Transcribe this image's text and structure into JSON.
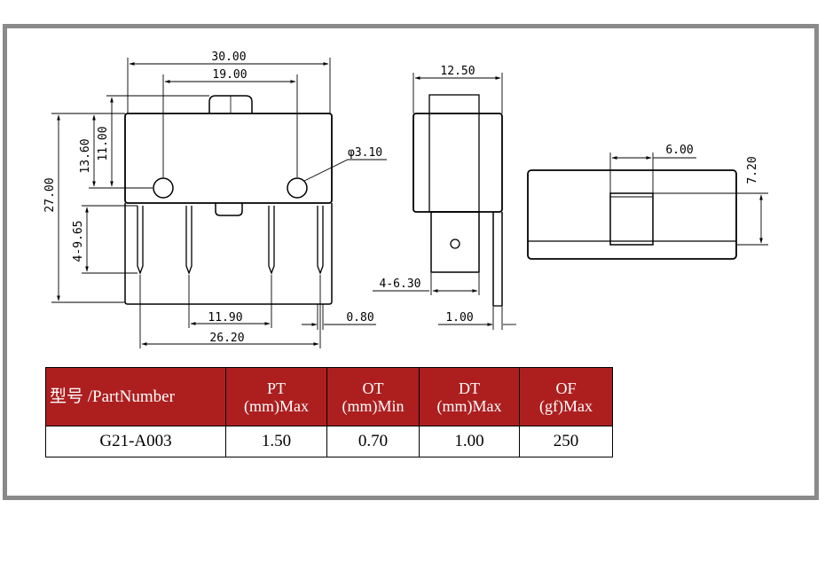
{
  "dimensions": {
    "width_total": "30.00",
    "hole_spacing": "19.00",
    "height_total": "27.00",
    "top_to_hole": "13.60",
    "actuator_to_hole": "11.00",
    "terminal_length": "4-9.65",
    "hole_diameter": "φ3.10",
    "terminal_spacing_inner": "11.90",
    "terminal_spacing_outer": "26.20",
    "terminal_thickness_front": "0.80",
    "side_width": "12.50",
    "side_terminal": "4-6.30",
    "side_terminal_thickness": "1.00",
    "bottom_width": "6.00",
    "bottom_height": "7.20"
  },
  "table": {
    "headers": [
      {
        "line1": "型号 /PartNumber",
        "line2": ""
      },
      {
        "line1": "PT",
        "line2": "(mm)Max"
      },
      {
        "line1": "OT",
        "line2": "(mm)Min"
      },
      {
        "line1": "DT",
        "line2": "(mm)Max"
      },
      {
        "line1": "OF",
        "line2": "(gf)Max"
      }
    ],
    "rows": [
      [
        "G21-A003",
        "1.50",
        "0.70",
        "1.00",
        "250"
      ]
    ]
  },
  "colors": {
    "header_bg": "#ad1f1f",
    "frame": "#8a8a8a"
  }
}
